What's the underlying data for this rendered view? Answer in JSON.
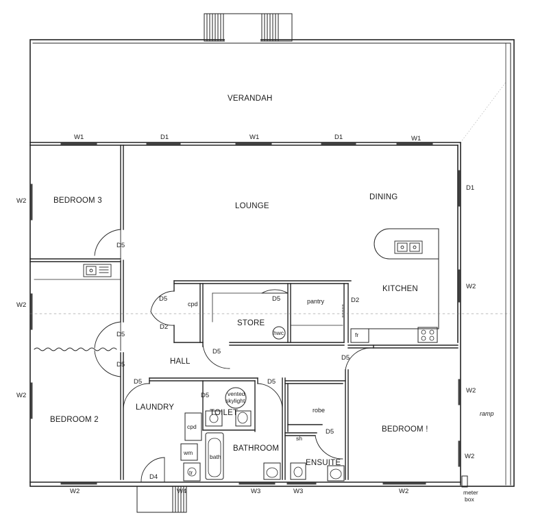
{
  "rooms": {
    "verandah": "VERANDAH",
    "bedroom3": "BEDROOM 3",
    "lounge": "LOUNGE",
    "dining": "DINING",
    "kitchen": "KITCHEN",
    "store": "STORE",
    "hall": "HALL",
    "laundry": "LAUNDRY",
    "toilet": "TOILET",
    "bathroom": "BATHROOM",
    "ensuite": "ENSUITE",
    "bedroom1": "BEDROOM !",
    "bedroom2": "BEDROOM 2"
  },
  "fixtures": {
    "pantry": "pantry",
    "cpd": "cpd",
    "hwc": "hwc",
    "fr": "fr",
    "robe": "robe",
    "sh": "sh",
    "bath": "bath",
    "wm": "wm",
    "tr": "tr",
    "vented_skylight_1": "vented",
    "vented_skylight_2": "skylight",
    "ramp": "ramp",
    "meter_box_1": "meter",
    "meter_box_2": "box"
  },
  "codes": {
    "W1": "W1",
    "W2": "W2",
    "W3": "W3",
    "W4": "W4",
    "D1": "D1",
    "D2": "D2",
    "D4": "D4",
    "D5": "D5"
  },
  "colors": {
    "line": "#222222",
    "background": "#ffffff"
  }
}
